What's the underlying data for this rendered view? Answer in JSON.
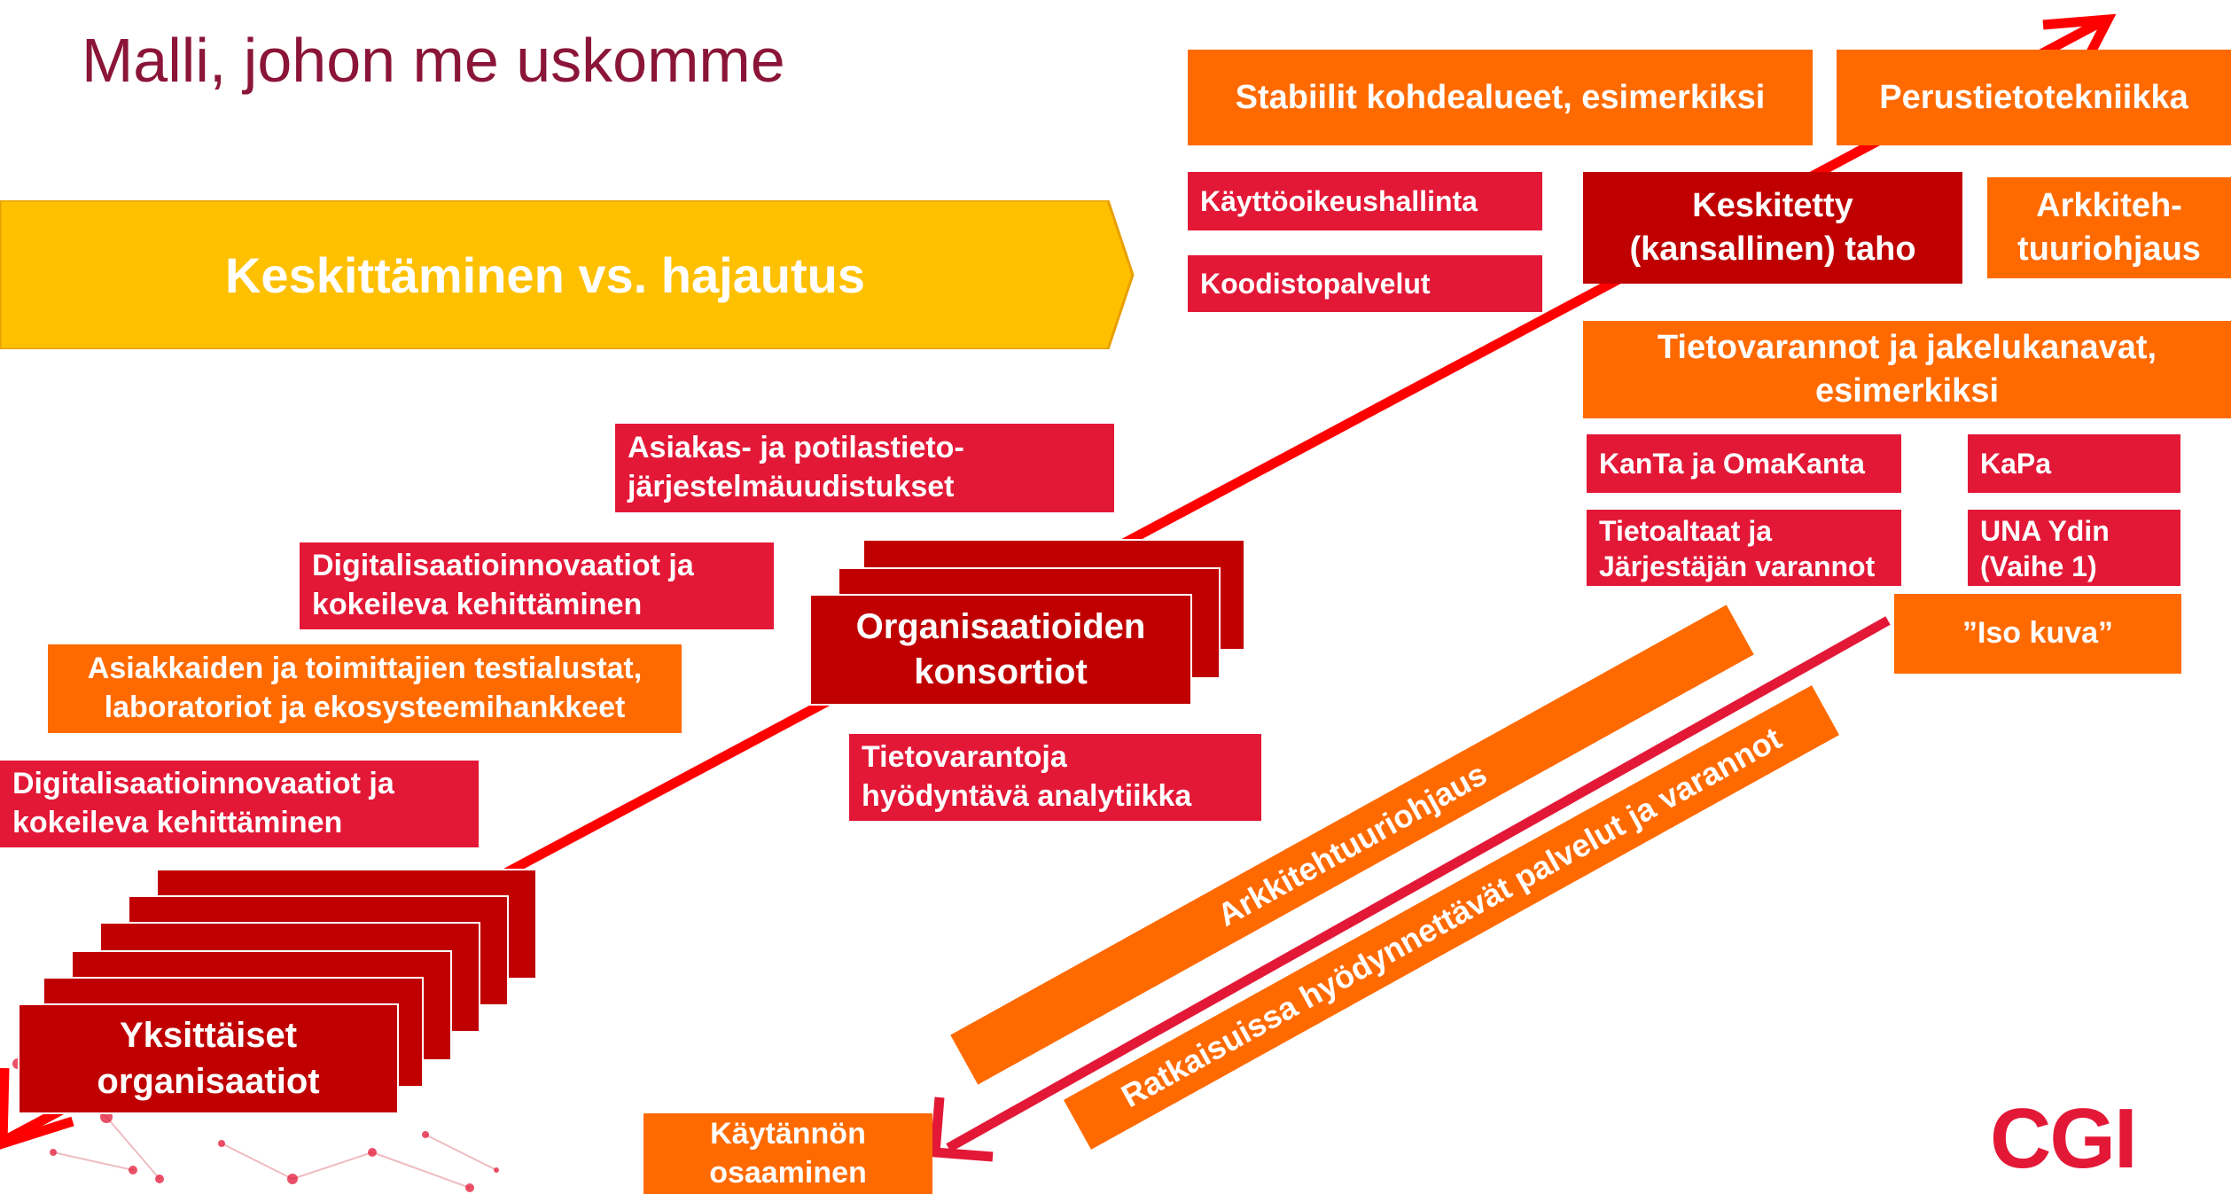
{
  "slide": {
    "title": "Malli, johon me uskomme",
    "banner": "Keskittäminen vs. hajautus",
    "logo": "CGI",
    "colors": {
      "orange": "#ff6a00",
      "red": "#e31837",
      "dark_red": "#c00000",
      "yellow": "#ffc000",
      "title": "#8b1538"
    }
  },
  "top_right": {
    "stable_header": "Stabiilit kohdealueet, esimerkiksi",
    "infra": "Perustietotekniikka",
    "access": "Käyttöoikeushallinta",
    "codes": "Koodistopalvelut",
    "central": "Keskitetty\n(kansallinen) taho",
    "architecture_guidance": "Arkkiteh-\ntuuriohjaus",
    "repositories_header": "Tietovarannot ja jakelukanavat,\nesimerkiksi",
    "kanta": "KanTa ja OmaKanta",
    "kapa": "KaPa",
    "data_pools": "Tietoaltaat ja\nJärjestäjän varannot",
    "una": "UNA Ydin\n(Vaihe 1)",
    "big_picture": "”Iso kuva”"
  },
  "middle": {
    "patient_systems": "Asiakas- ja potilastieto-\njärjestelmäuudistukset",
    "digital_innovations_1": "Digitalisaatioinnovaatiot ja\nkokeileva kehittäminen",
    "testbeds": "Asiakkaiden ja toimittajien testialustat,\nlaboratoriot ja ekosysteemihankkeet",
    "digital_innovations_2": "Digitalisaatioinnovaatiot ja\nkokeileva kehittäminen",
    "consortia": "Organisaatioiden\nkonsortiot",
    "analytics": "Tietovarantoja\nhyödyntävä analytiikka",
    "individual_orgs": "Yksittäiset\norganisaatiot",
    "practical_skills": "Käytännön\nosaaminen"
  },
  "bands": {
    "architecture": "Arkkitehtuuriohjaus",
    "services": "Ratkaisuissa hyödynnettävät palvelut ja varannot"
  }
}
